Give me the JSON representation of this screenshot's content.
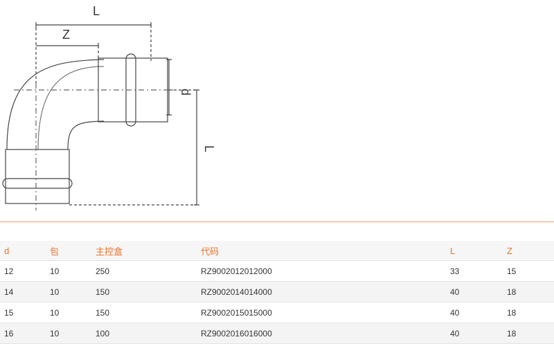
{
  "drawing": {
    "labels": {
      "L_top": "L",
      "Z": "Z",
      "d": "d",
      "L_side": "L"
    },
    "line_color": "#444444",
    "accent_color": "#e8742e"
  },
  "table": {
    "headers": [
      "d",
      "包",
      "主控盒",
      "代码",
      "L",
      "Z"
    ],
    "rows": [
      [
        "12",
        "10",
        "250",
        "RZ9002012012000",
        "33",
        "15"
      ],
      [
        "14",
        "10",
        "150",
        "RZ9002014014000",
        "40",
        "18"
      ],
      [
        "15",
        "10",
        "150",
        "RZ9002015015000",
        "40",
        "18"
      ],
      [
        "16",
        "10",
        "100",
        "RZ9002016016000",
        "40",
        "18"
      ]
    ]
  }
}
